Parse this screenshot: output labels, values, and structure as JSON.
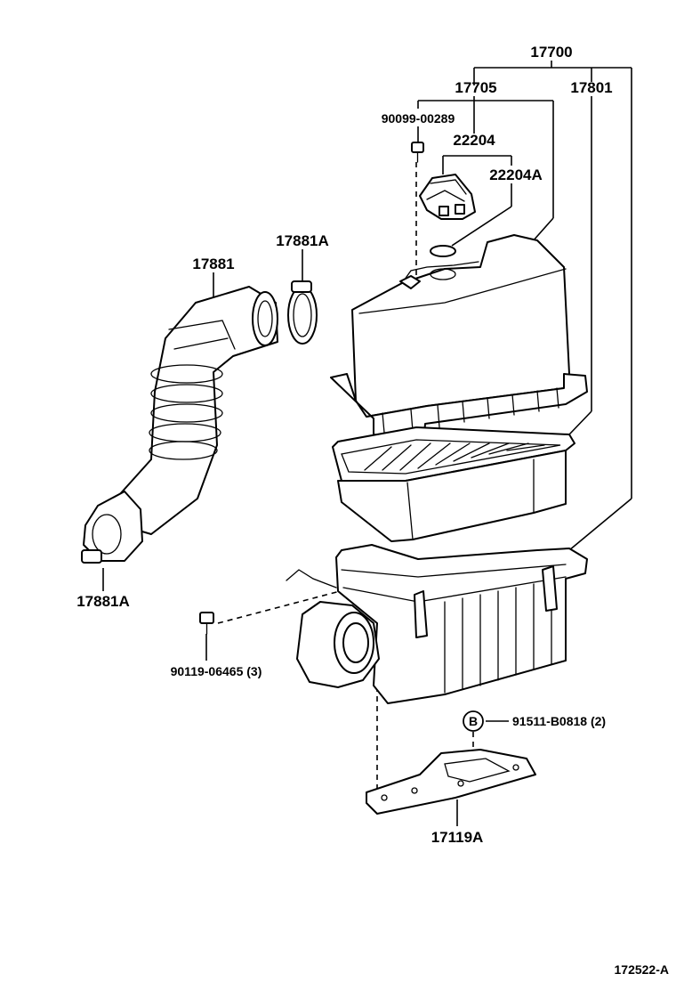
{
  "diagram": {
    "callouts": {
      "p17700": "17700",
      "p17705": "17705",
      "p17801": "17801",
      "p90099": "90099-00289",
      "p22204": "22204",
      "p22204A": "22204A",
      "p17881A_top": "17881A",
      "p17881": "17881",
      "p17881A_bottom": "17881A",
      "p90119": "90119-06465 (3)",
      "p91511_marker": "B",
      "p91511": "91511-B0818 (2)",
      "p17119A": "17119A"
    },
    "figure_code": "172522-A"
  }
}
